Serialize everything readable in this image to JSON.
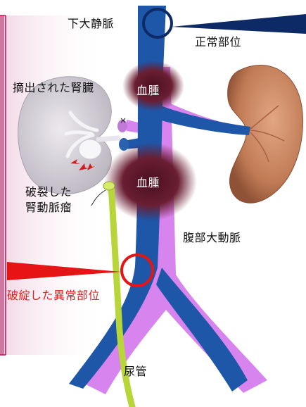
{
  "labels": {
    "ivc": "下大静脈",
    "normal_site": "正常部位",
    "extracted_kidney": "摘出された腎臓",
    "hematoma_upper": "血腫",
    "hematoma_lower": "血腫",
    "ruptured_aneurysm": "破裂した\n腎動脈瘤",
    "aorta": "腹部大動脈",
    "ruptured_site": "破綻した異常部位",
    "ureter": "尿管"
  },
  "colors": {
    "vein": "#1e56a8",
    "aorta": "#d884ee",
    "hematoma": "#5e1a2a",
    "kidney": "#c98560",
    "extracted_kidney": "#d4d0d8",
    "ureter": "#b8d53a",
    "normal_marker": "#0d2a66",
    "abnormal_marker": "#e61414",
    "panel_border": "#c01050"
  }
}
